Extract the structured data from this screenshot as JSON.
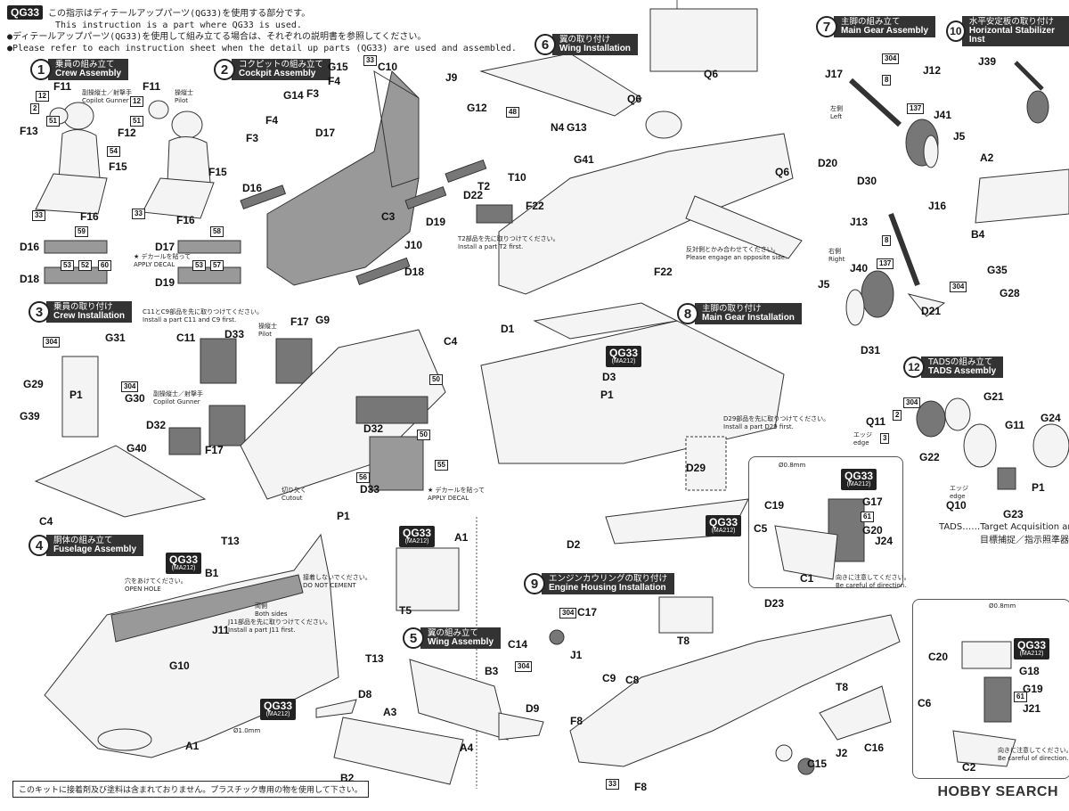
{
  "header": {
    "badge_main": "QG33",
    "line1_jp": "この指示はディテールアップパーツ(QG33)を使用する部分です。",
    "line2_en": "This instruction is a part where QG33 is used.",
    "line3_jp": "●ディテールアップパーツ(QG33)を使用して組み立てる場合は、それぞれの説明書を参照してください。",
    "line4_en": "●Please refer to each instruction sheet when the detail up parts (QG33) are used and assembled."
  },
  "steps": [
    {
      "num": "1",
      "jp": "乗員の組み立て",
      "en": "Crew Assembly"
    },
    {
      "num": "2",
      "jp": "コクピットの組み立て",
      "en": "Cockpit Assembly"
    },
    {
      "num": "3",
      "jp": "乗員の取り付け",
      "en": "Crew Installation"
    },
    {
      "num": "4",
      "jp": "胴体の組み立て",
      "en": "Fuselage Assembly"
    },
    {
      "num": "5",
      "jp": "翼の組み立て",
      "en": "Wing Assembly"
    },
    {
      "num": "6",
      "jp": "翼の取り付け",
      "en": "Wing Installation"
    },
    {
      "num": "7",
      "jp": "主脚の組み立て",
      "en": "Main Gear Assembly"
    },
    {
      "num": "8",
      "jp": "主脚の取り付け",
      "en": "Main Gear Installation"
    },
    {
      "num": "9",
      "jp": "エンジンカウリングの取り付け",
      "en": "Engine Housing Installation"
    },
    {
      "num": "10",
      "jp": "水平安定板の取り付け",
      "en": "Horizontal Stabilizer Inst"
    },
    {
      "num": "12",
      "jp": "TADSの組み立て",
      "en": "TADS Assembly"
    }
  ],
  "qg_badges": {
    "code": "QG33",
    "sub": "(MA212)"
  },
  "crew": {
    "copilot_jp": "副操縦士／射撃手",
    "copilot_en": "Copilot Gunner",
    "pilot_jp": "操縦士",
    "pilot_en": "Pilot",
    "decal_jp": "デカールを貼って",
    "decal_en": "APPLY DECAL"
  },
  "notes": {
    "c11_jp": "C11とC9部品を先に取りつけてください。",
    "c11_en": "Install a part C11 and C9 first.",
    "t2_jp": "T2部品を先に取りつけてください。",
    "t2_en": "Install a part T2 first.",
    "opposite_jp": "反対側とかみ合わせてください。",
    "opposite_en": "Please engage an opposite side.",
    "d29_jp": "D29部品を先に取りつけてください。",
    "d29_en": "Install a part D29 first.",
    "cutout_jp": "切り欠く",
    "cutout_en": "Cutout",
    "hole_jp": "穴をあけてください。",
    "hole_en": "OPEN HOLE",
    "nocement_jp": "接着しないでください。",
    "nocement_en": "DO NOT CEMENT",
    "bothsides_jp": "両側",
    "bothsides_en": "Both sides",
    "j11_jp": "J11部品を先に取りつけてください。",
    "j11_en": "Install a part J11 first.",
    "direction_jp": "向きに注意してください。",
    "direction_en": "Be careful of direction.",
    "edge_jp": "エッジ",
    "edge_en": "edge",
    "left_jp": "左側",
    "left_en": "Left",
    "right_jp": "右側",
    "right_en": "Right",
    "drill": "Ø1.0mm",
    "drill08": "Ø0.8mm"
  },
  "tads": {
    "prefix": "TADS……Target Acquisition and Designat",
    "jp": "目標捕捉／指示照準器"
  },
  "footer": {
    "note": "このキットに接着剤及び塗料は含まれておりません。プラスチック専用の物を使用して下さい。",
    "logo": "HOBBY SEARCH"
  },
  "labels": {
    "s1": [
      "F11",
      "F11",
      "F13",
      "F12",
      "F15",
      "F15",
      "F16",
      "F16",
      "D16",
      "D17",
      "D18",
      "D19"
    ],
    "s2": [
      "G15",
      "C10",
      "J9",
      "G14",
      "F4",
      "F3",
      "F4",
      "F3",
      "D17",
      "D16",
      "D19",
      "C3",
      "J10",
      "D18",
      "G12"
    ],
    "s3": [
      "G31",
      "G29",
      "P1",
      "G30",
      "G39",
      "G40",
      "C4",
      "C11",
      "D33",
      "F17",
      "G9",
      "C4",
      "D32",
      "F17",
      "D32",
      "D33"
    ],
    "s4": [
      "T13",
      "B1",
      "P1",
      "A1",
      "J11",
      "G10",
      "T5",
      "T13",
      "A1"
    ],
    "s5": [
      "D8",
      "B3",
      "A3",
      "D9",
      "A4",
      "B2"
    ],
    "s6": [
      "Q6",
      "Q6",
      "G12",
      "N4",
      "G13",
      "G41",
      "T2",
      "T10",
      "D22",
      "F22",
      "F22",
      "Q6"
    ],
    "s7": [
      "J17",
      "J12",
      "J41",
      "J5",
      "D20",
      "D30",
      "J13",
      "J16",
      "J40",
      "J5",
      "D21",
      "D31"
    ],
    "s8": [
      "D1",
      "D3",
      "P1",
      "D29",
      "D2",
      "C19",
      "G17",
      "G20",
      "J24",
      "C5",
      "C1"
    ],
    "s9": [
      "C17",
      "C14",
      "J1",
      "D23",
      "T8",
      "T8",
      "C9",
      "C8",
      "F8",
      "J2",
      "C16",
      "C15",
      "F8",
      "C20",
      "G18",
      "G19",
      "J21",
      "C6",
      "C2"
    ],
    "s10": [
      "J39",
      "A2",
      "B4",
      "G35",
      "G28"
    ],
    "s12": [
      "G21",
      "Q11",
      "G11",
      "G24",
      "G22",
      "Q10",
      "G23",
      "P1"
    ]
  },
  "part_numbers": {
    "n12": "12",
    "n2": "2",
    "n51": "51",
    "n54": "54",
    "n33": "33",
    "n304": "304",
    "n8": "8",
    "n137": "137",
    "n3": "3",
    "n53": "53",
    "n52": "52",
    "n60": "60",
    "n57": "57",
    "n56": "56",
    "n55": "55",
    "n59": "59",
    "n58": "58",
    "n48": "48",
    "n50": "50",
    "n61": "61"
  }
}
